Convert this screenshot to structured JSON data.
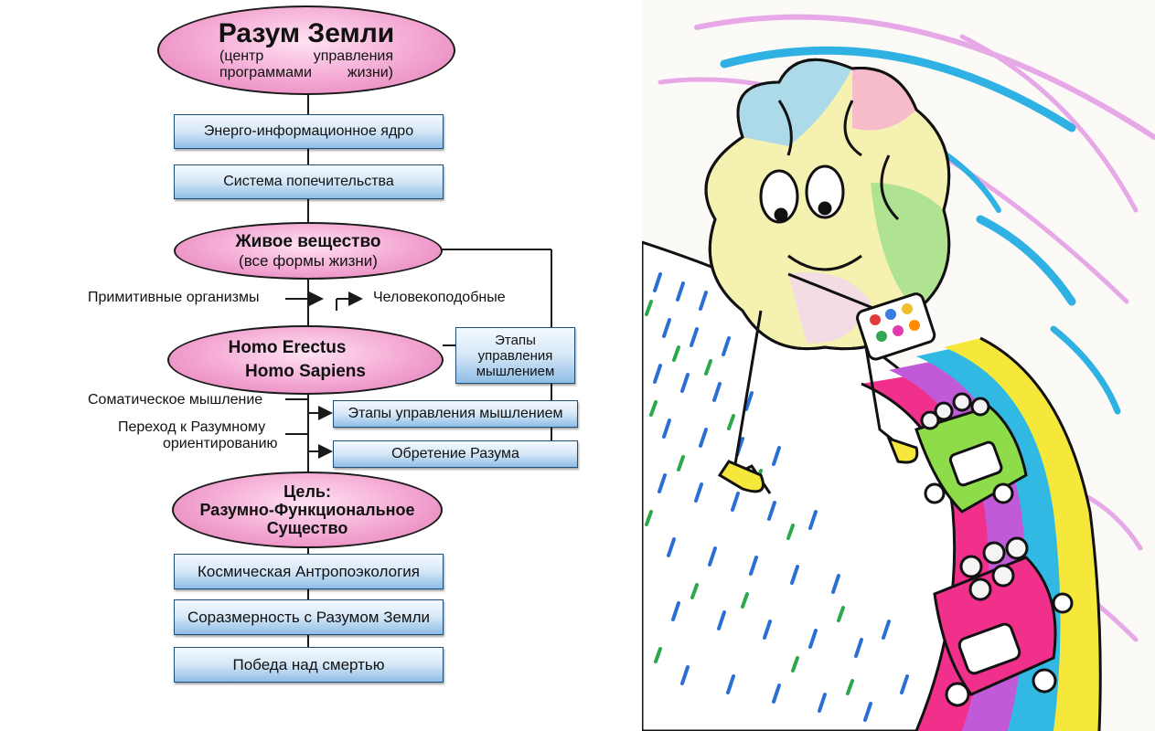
{
  "diagram": {
    "top_title": "Разум Земли",
    "top_sub_1": "(центр управления",
    "top_sub_2": "программами жизни)",
    "box_core": "Энерго-информационное ядро",
    "box_care": "Система попечительства",
    "living_title": "Живое вещество",
    "living_sub": "(все формы жизни)",
    "label_primitive": "Примитивные организмы",
    "label_humanlike": "Человекоподобные",
    "homo_erectus": "Homo Erectus",
    "homo_sapiens": "Homo Sapiens",
    "box_stages_side": "Этапы управления мышлением",
    "label_somatic": "Соматическое мышление",
    "label_transition_1": "Переход к Разумному",
    "label_transition_2": "ориентированию",
    "box_stages": "Этапы управления мышлением",
    "box_reason": "Обретение Разума",
    "goal_1": "Цель:",
    "goal_2": "Разумно-Функциональное",
    "goal_3": "Существо",
    "box_cosmic": "Космическая Антропоэкология",
    "box_proportion": "Соразмерность с Разумом Земли",
    "box_victory": "Победа над смертью"
  },
  "colors": {
    "ellipse_fill": "#f3a6d2",
    "box_fill": "#8fbde6",
    "box_border": "#1f4e79",
    "line": "#1a1a1a"
  },
  "illustration": {
    "subject": "cartoon brain character with paint palette, rainbow road, cars with passengers"
  }
}
